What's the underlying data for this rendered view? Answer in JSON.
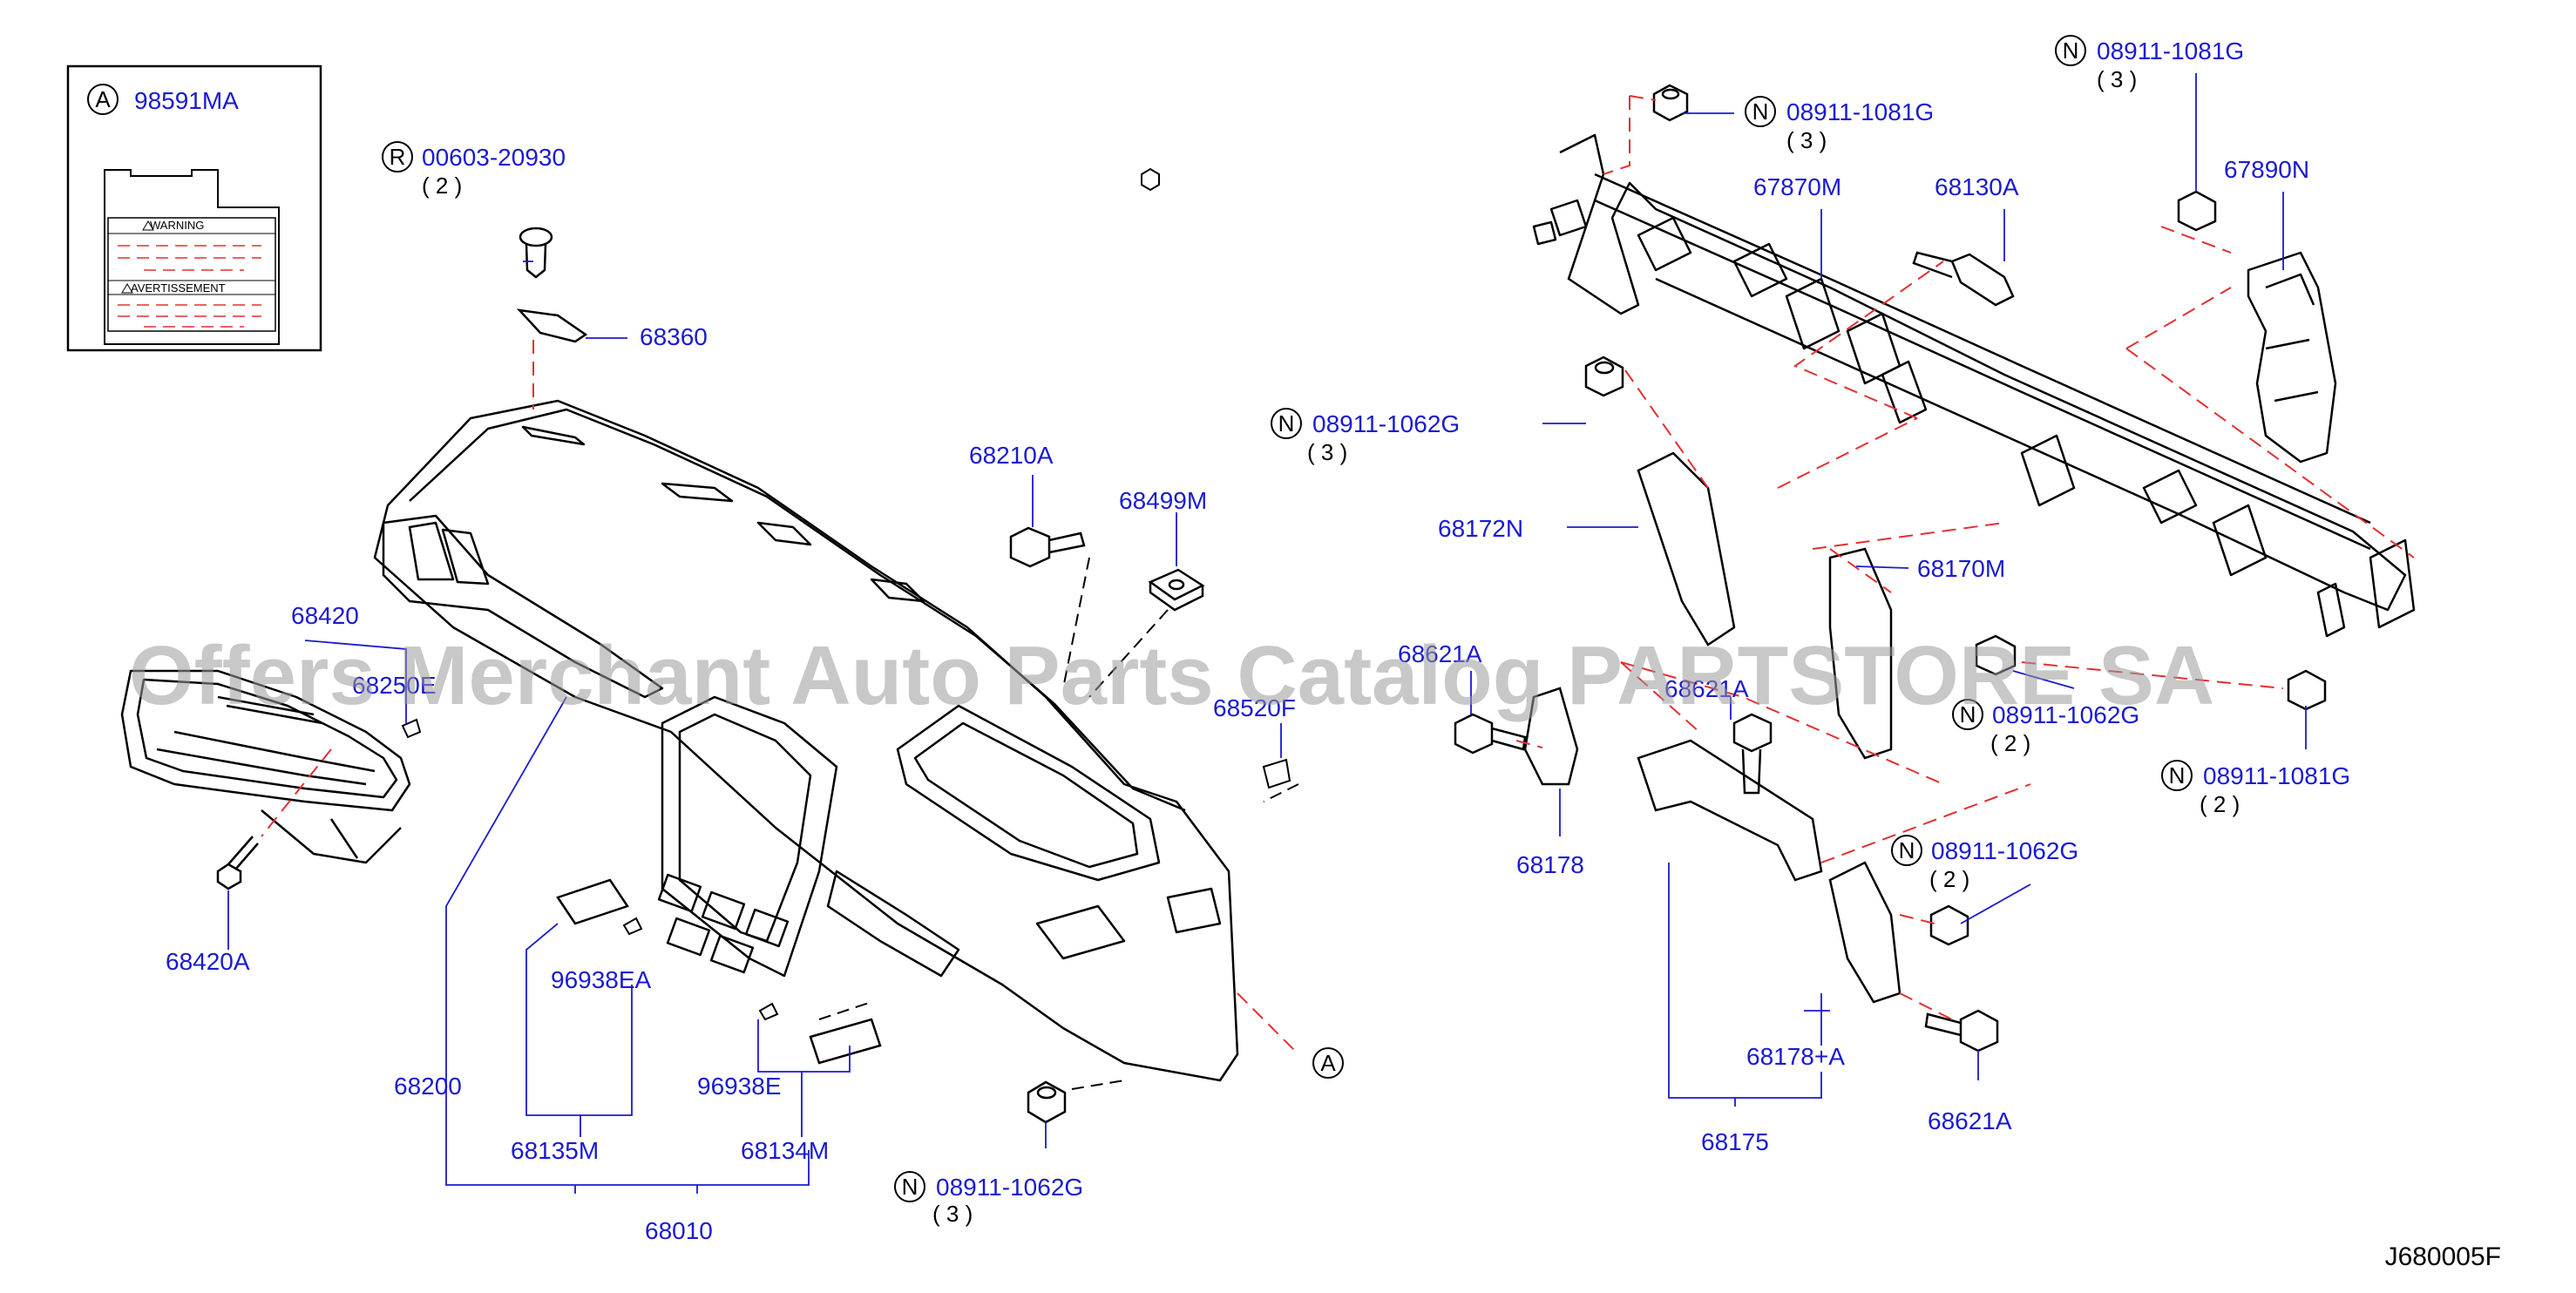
{
  "labels": {
    "l98591MA": "98591MA",
    "l00603": "00603-20930",
    "l00603q": "( 2 )",
    "l68360": "68360",
    "l68420": "68420",
    "l68250E": "68250E",
    "l68420A": "68420A",
    "l68210A": "68210A",
    "l68499M": "68499M",
    "l68520F": "68520F",
    "l96938EA": "96938EA",
    "l96938E": "96938E",
    "l68200": "68200",
    "l68135M": "68135M",
    "l68134M": "68134M",
    "l68010": "68010",
    "lN1062a": "08911-1062G",
    "lN1062aq": "( 3 )",
    "lN1081a": "08911-1081G",
    "lN1081aq": "( 3 )",
    "lN1081b": "08911-1081G",
    "lN1081bq": "( 3 )",
    "l67870M": "67870M",
    "l68130A": "68130A",
    "l67890N": "67890N",
    "lN1062b": "08911-1062G",
    "lN1062bq": "( 3 )",
    "l68172N": "68172N",
    "l68170M": "68170M",
    "l68621Aa": "68621A",
    "l68621Ab": "68621A",
    "lN1062c": "08911-1062G",
    "lN1062cq": "( 2 )",
    "lN1081c": "08911-1081G",
    "lN1081cq": "( 2 )",
    "lN1062d": "08911-1062G",
    "lN1062dq": "( 2 )",
    "l68178": "68178",
    "l68178A": "68178+A",
    "l68175": "68175",
    "l68621Ac": "68621A"
  },
  "circle_letters": {
    "a_top": "A",
    "a_bottom": "A",
    "r": "R",
    "n1": "N",
    "n2": "N",
    "n3": "N",
    "n4": "N",
    "n5": "N",
    "n6": "N",
    "n7": "N"
  },
  "warning_label": {
    "warning": "WARNING",
    "avertissement": "AVERTISSEMENT"
  },
  "watermark": "Offers Merchant Auto Parts Catalog PARTSTORE SA",
  "diagram_code": "J680005F",
  "colors": {
    "label_blue": "#1a1ad0",
    "line_blue": "#1a1ad0",
    "dash_red": "#e23030",
    "drawing_black": "#000000"
  }
}
